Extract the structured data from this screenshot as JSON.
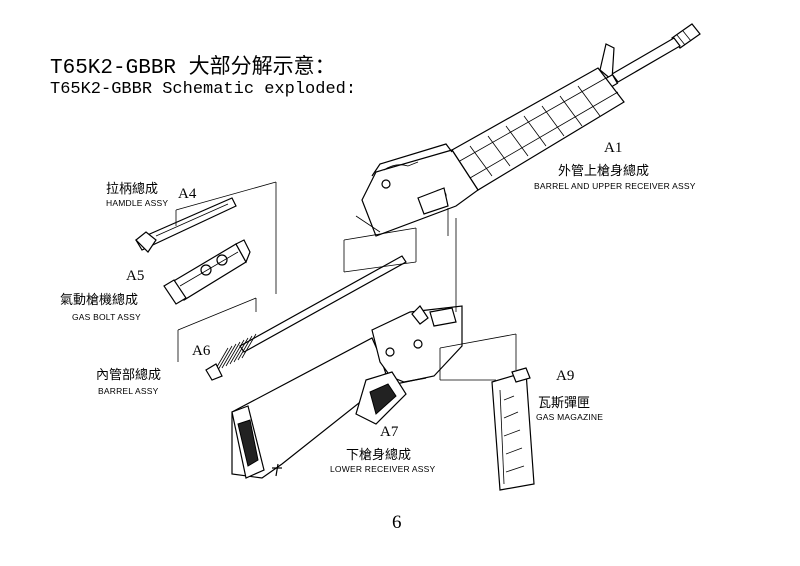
{
  "title": {
    "cn": "T65K2-GBBR 大部分解示意：",
    "en": "T65K2-GBBR Schematic exploded:"
  },
  "parts": {
    "a1": {
      "code": "A1",
      "cn": "外管上槍身總成",
      "en": "BARREL AND UPPER RECEIVER ASSY"
    },
    "a4": {
      "code": "A4",
      "cn": "拉柄總成",
      "en": "HAMDLE ASSY"
    },
    "a5": {
      "code": "A5",
      "cn": "氣動槍機總成",
      "en": "GAS BOLT ASSY"
    },
    "a6": {
      "code": "A6",
      "cn": "內管部總成",
      "en": "BARREL ASSY"
    },
    "a7": {
      "code": "A7",
      "cn": "下槍身總成",
      "en": "LOWER RECEIVER ASSY"
    },
    "a9": {
      "code": "A9",
      "cn": "瓦斯彈匣",
      "en": "GAS MAGAZINE"
    }
  },
  "page_number": "6"
}
